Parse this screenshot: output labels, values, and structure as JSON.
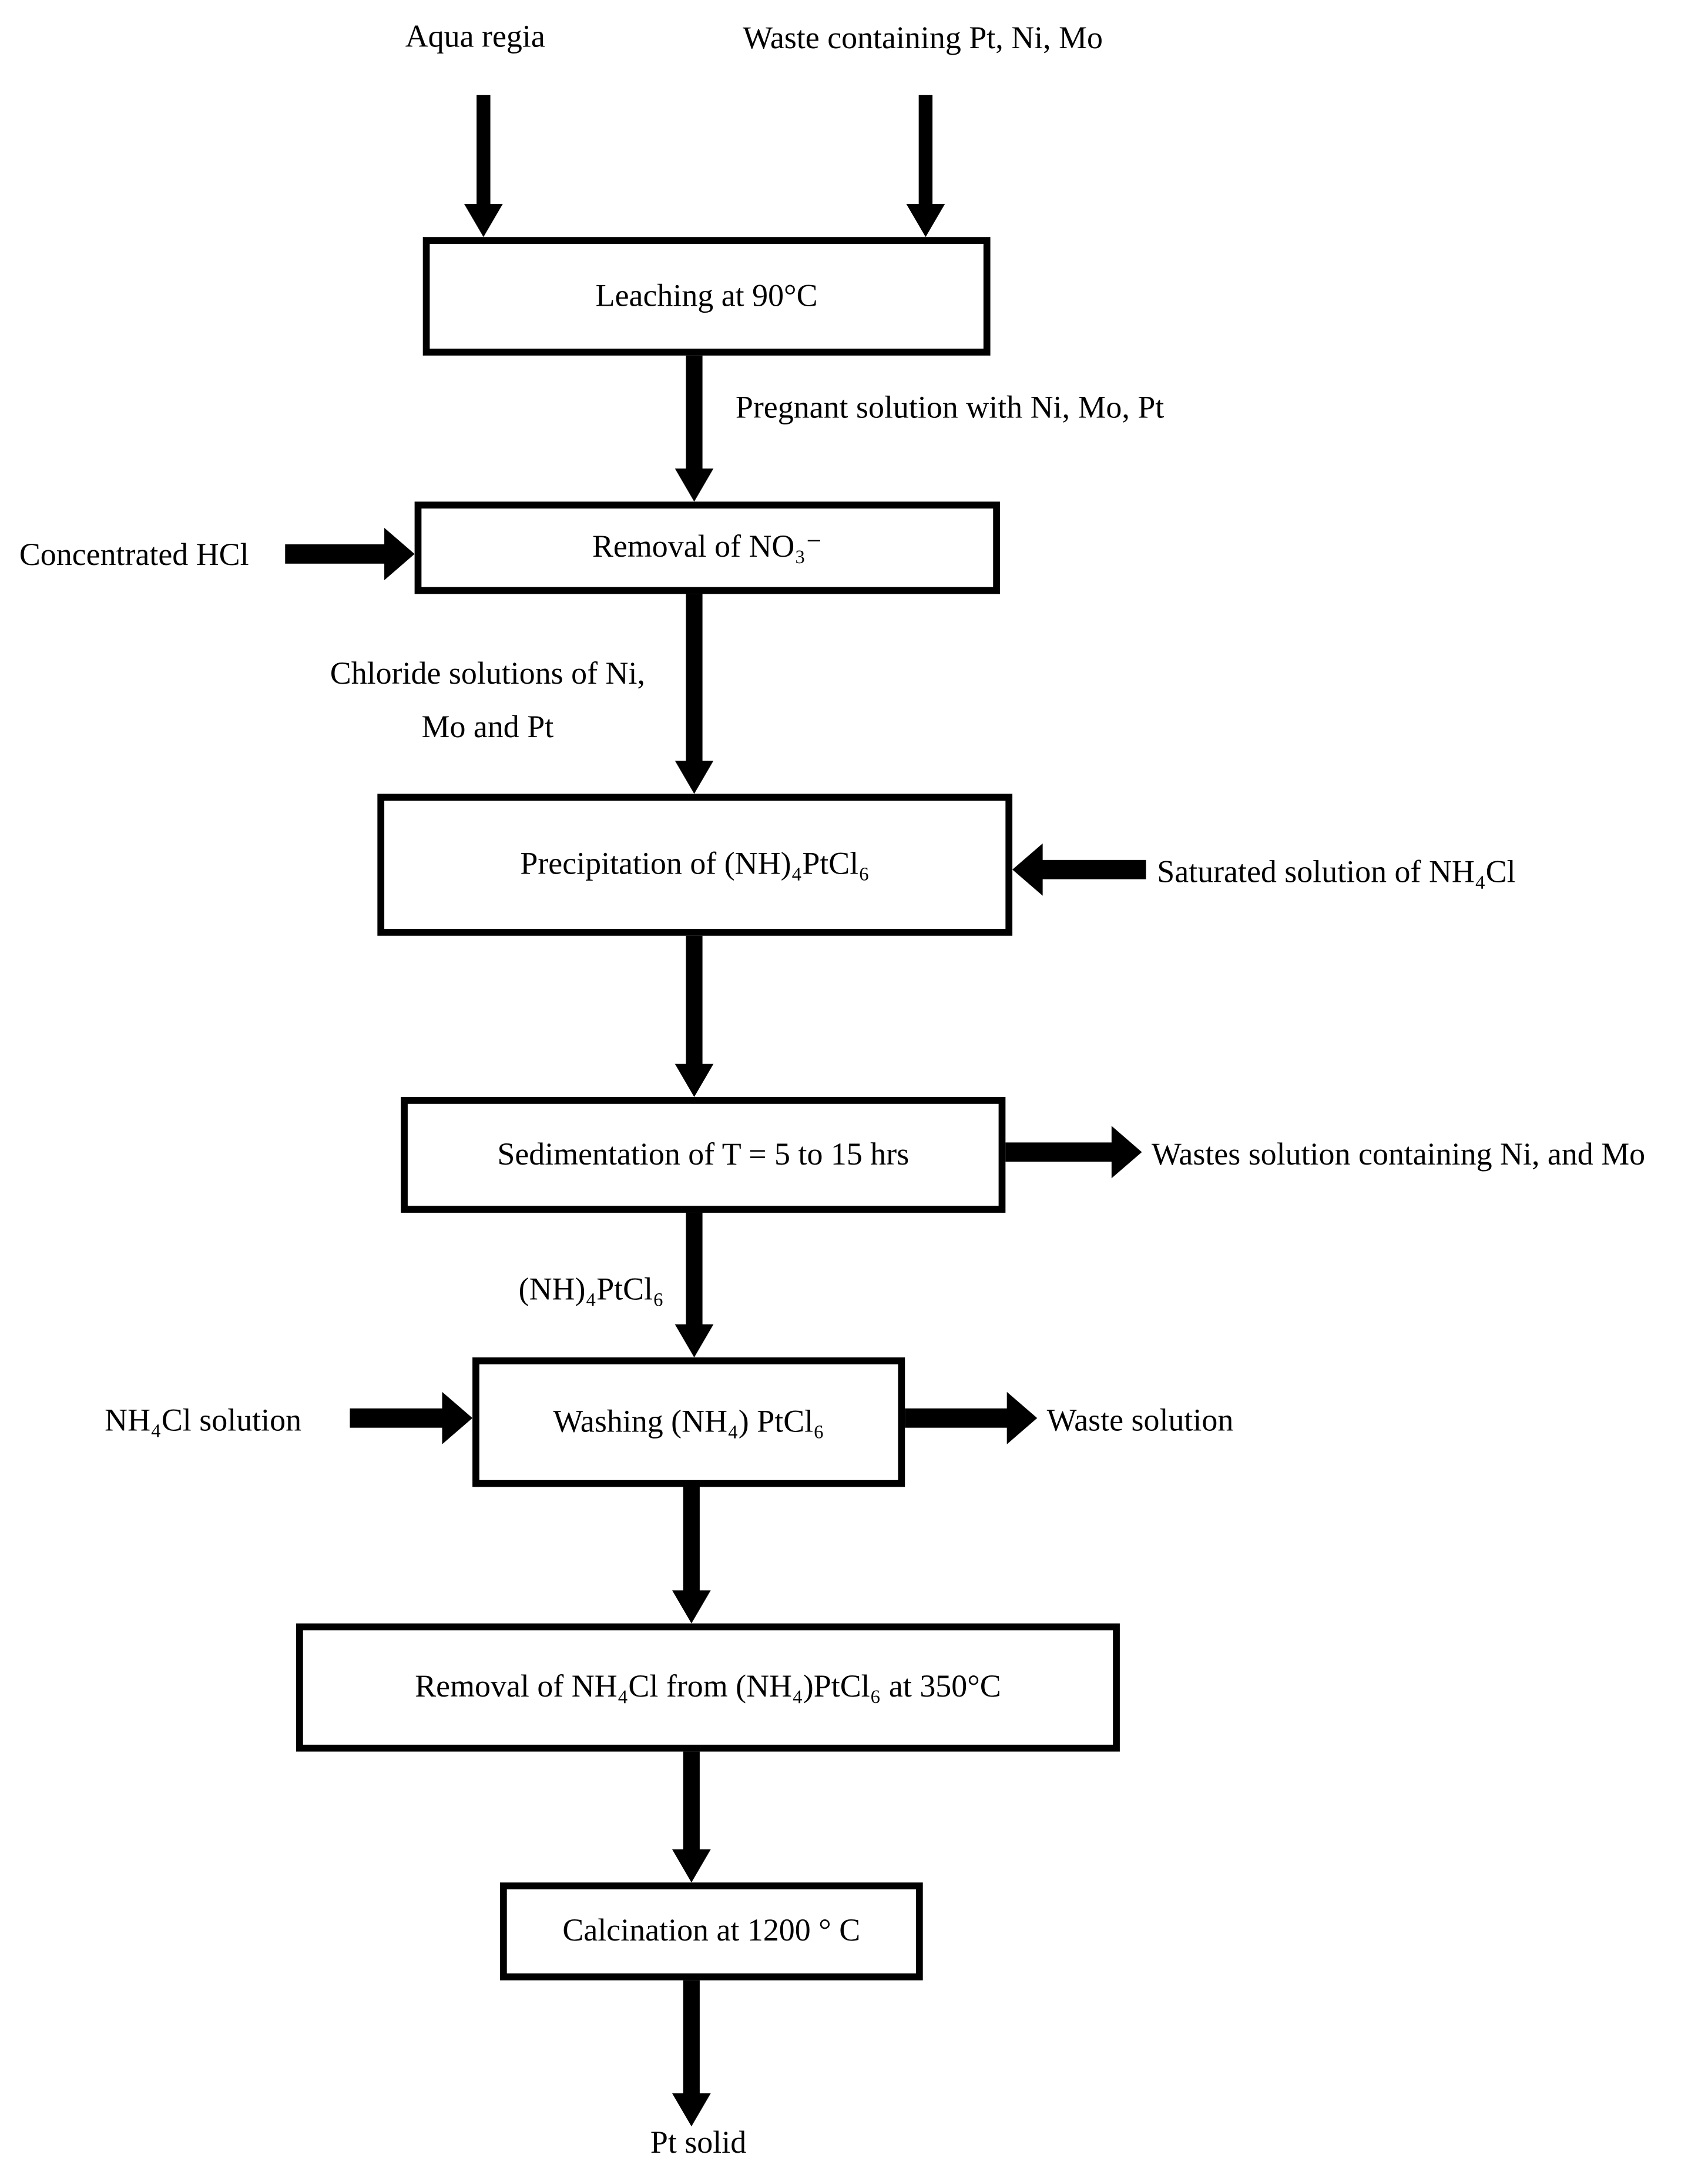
{
  "figure": {
    "background": "#ffffff",
    "line_color": "#000000",
    "top_inputs": {
      "aqua_regia": "Aqua regia",
      "waste_feed": "Waste containing Pt, Ni, Mo"
    },
    "process_boxes": {
      "leaching": "Leaching at 90°C",
      "removal_no3": "Removal of NO₃⁻",
      "precipitation": "Precipitation of (NH)₄PtCl₆",
      "sedimentation": "Sedimentation of T = 5 to 15 hrs",
      "washing": "Washing (NH₄) PtCl₆",
      "removal_nh4cl": "Removal of NH₄Cl from (NH₄)PtCl₆ at 350°C",
      "calcination": "Calcination at 1200 ° C"
    },
    "stream_labels": {
      "pregnant_solution": "Pregnant solution with Ni, Mo, Pt",
      "chloride_line1": "Chloride solutions of Ni,",
      "chloride_line2": "Mo and Pt",
      "ammonium_chloroplatinate": "(NH)₄PtCl₆",
      "pt_solid": "Pt solid"
    },
    "side_inputs": {
      "concentrated_hcl": "Concentrated HCl",
      "saturated_nh4cl": "Saturated solution of NH₄Cl",
      "nh4cl_solution": "NH₄Cl solution"
    },
    "side_outputs": {
      "wastes_ni_mo": "Wastes solution containing Ni, and Mo",
      "waste_solution": "Waste solution"
    }
  }
}
